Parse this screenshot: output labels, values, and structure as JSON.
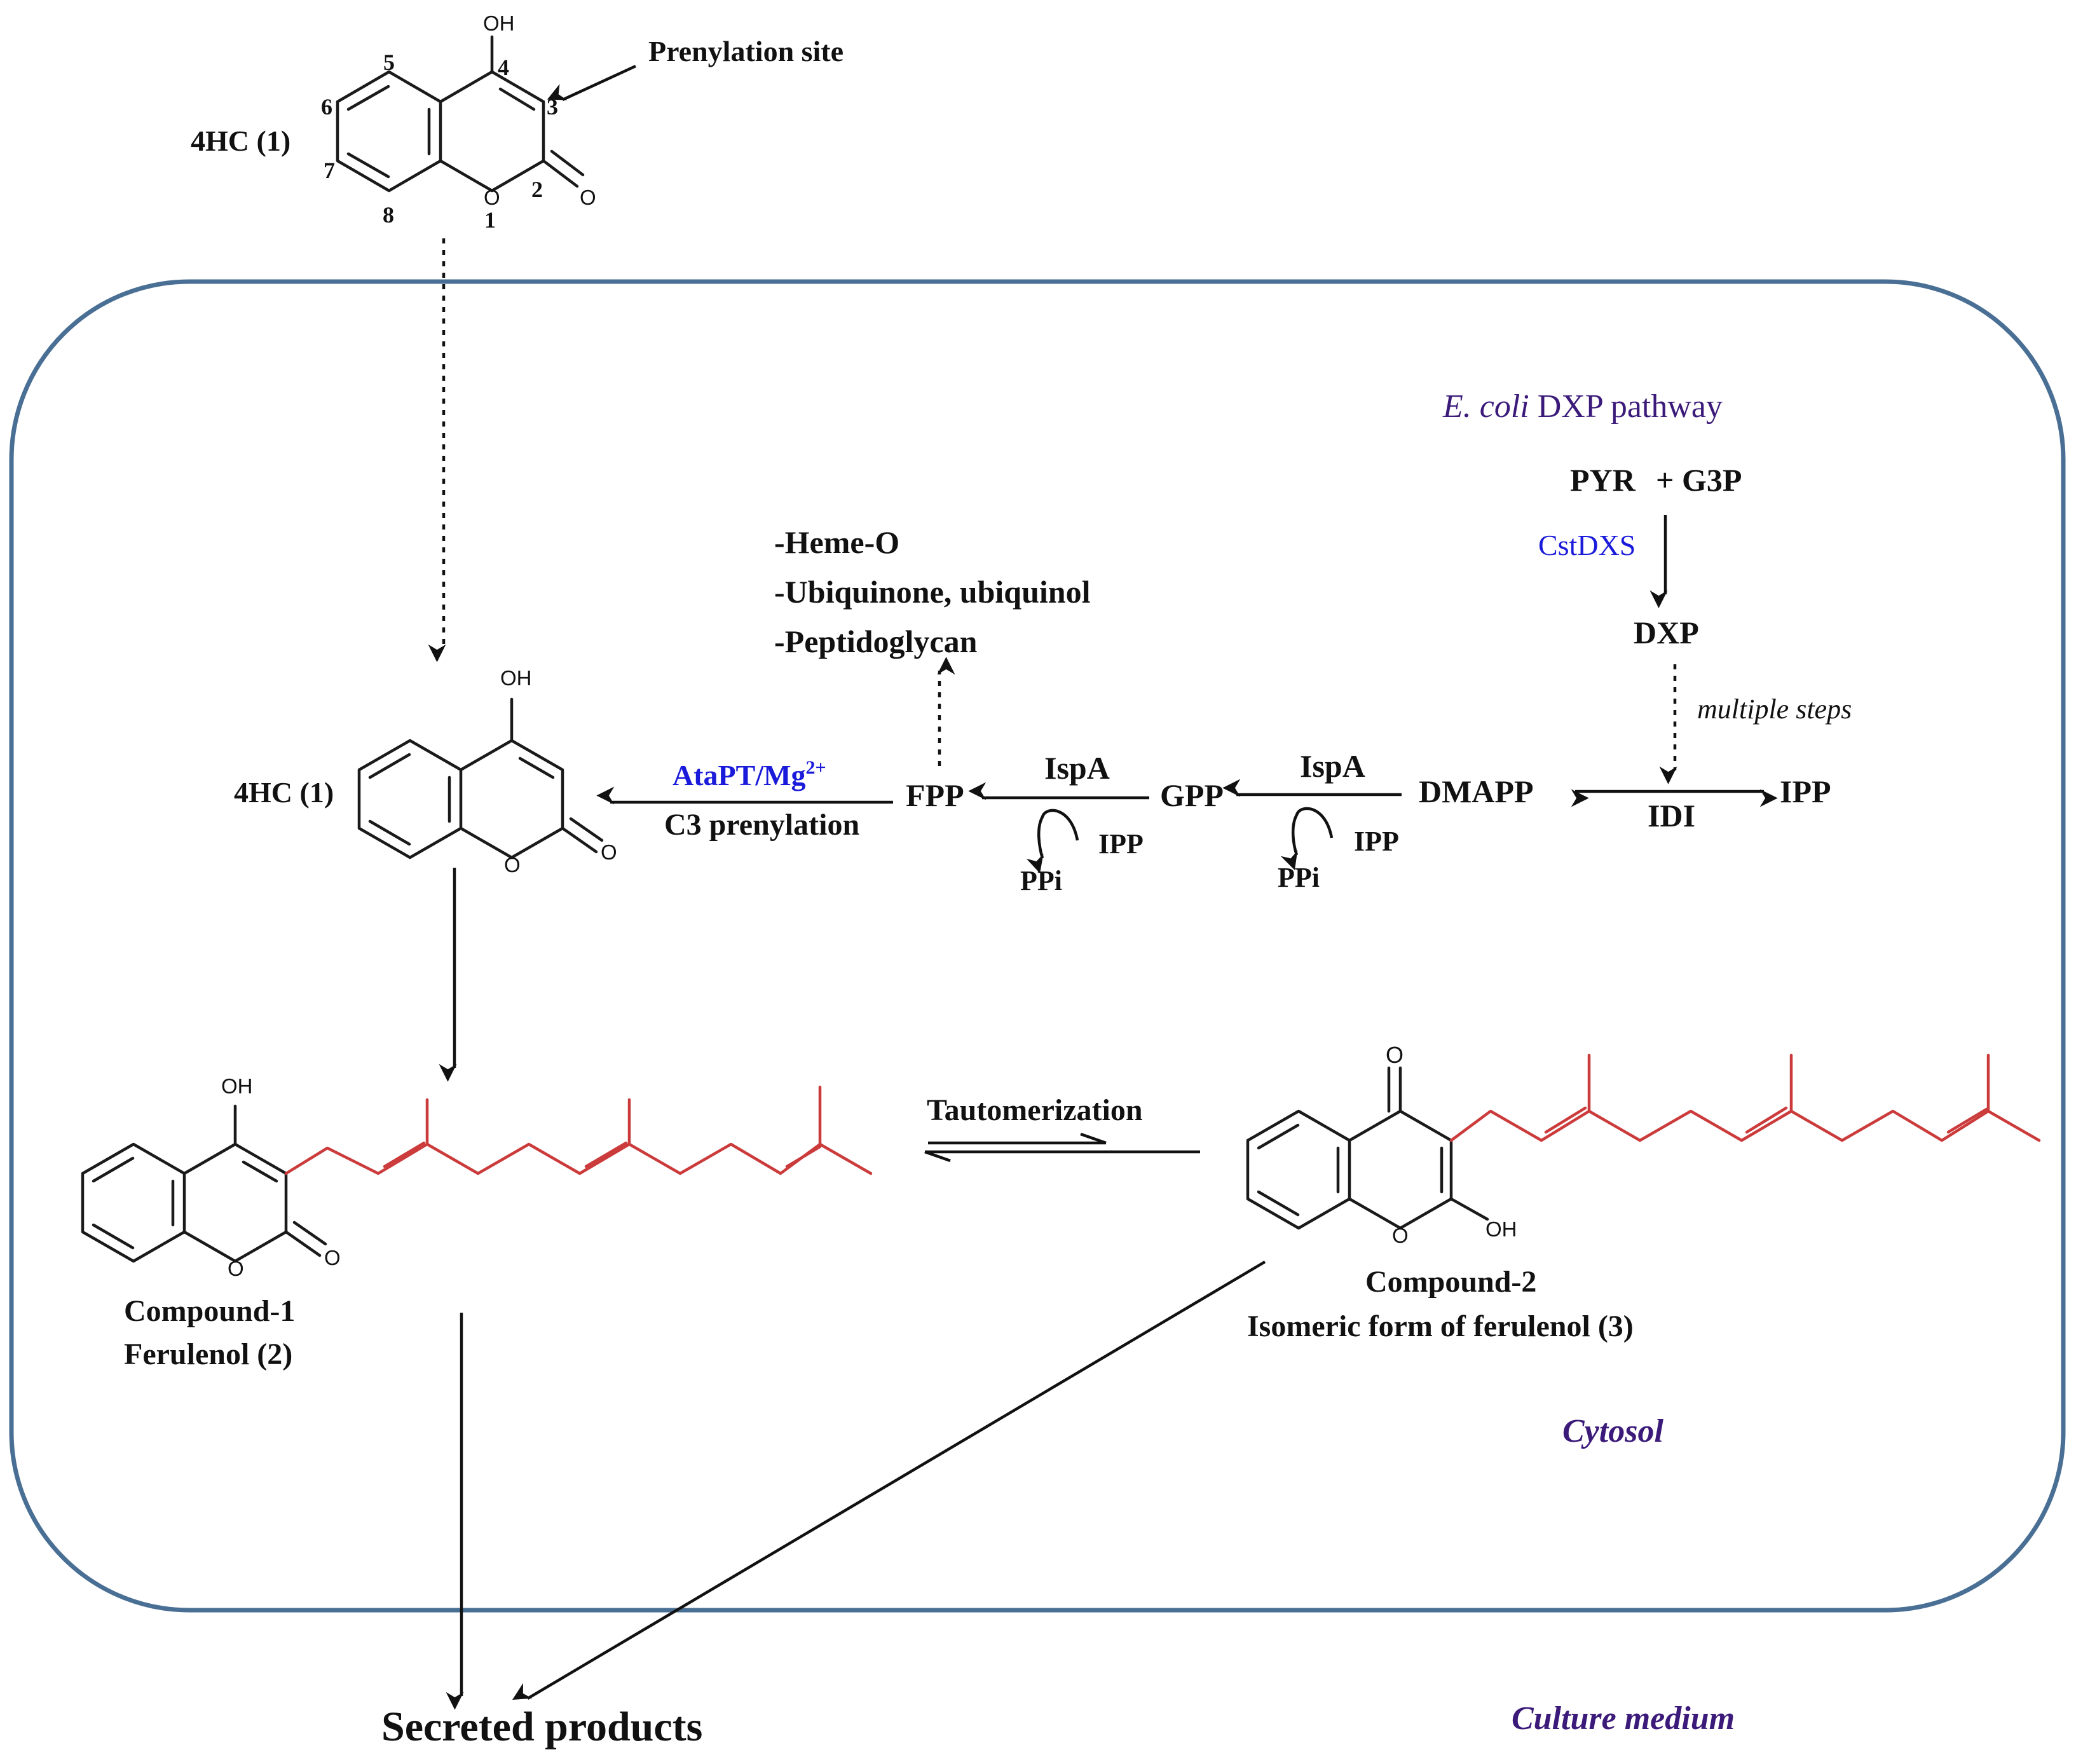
{
  "top_molecule": {
    "name": "4HC (1)",
    "oh": "OH",
    "o_ring": "O",
    "o_carbonyl": "O",
    "numbers": [
      "1",
      "2",
      "3",
      "4",
      "5",
      "6",
      "7",
      "8"
    ],
    "annotation": "Prenylation site"
  },
  "pathway": {
    "title_italic": "E. coli",
    "title_rest": " DXP pathway",
    "pyr": "PYR",
    "plus_g3p": "+ G3P",
    "enzyme_dxs": "CstDXS",
    "dxp": "DXP",
    "multiple_steps": "multiple steps",
    "dmapp": "DMAPP",
    "idi": "IDI",
    "ipp": "IPP",
    "gpp": "GPP",
    "fpp": "FPP",
    "ispa": "IspA",
    "ppi": "PPi",
    "ipp_small": "IPP"
  },
  "fpp_products": [
    "-Heme-O",
    "-Ubiquinone, ubiquinol",
    "-Peptidoglycan"
  ],
  "prenylation": {
    "enzyme": "AtaPT/Mg",
    "superscript": "2+",
    "reaction": "C3 prenylation"
  },
  "inner_molecule": {
    "name": "4HC (1)",
    "oh": "OH",
    "o_ring": "O",
    "o_carbonyl": "O"
  },
  "compound1": {
    "line1": "Compound-1",
    "line2": "Ferulenol (2)",
    "oh": "OH",
    "o_ring": "O",
    "o_carbonyl": "O"
  },
  "compound2": {
    "line1": "Compound-2",
    "line2": "Isomeric form of ferulenol (3)",
    "o_keto": "O",
    "o_ring": "O",
    "oh": "OH"
  },
  "tautomerization": "Tautomerization",
  "cytosol": "Cytosol",
  "culture_medium": "Culture medium",
  "secreted_products": "Secreted products",
  "colors": {
    "cell_border": "#4a6f94",
    "enzyme_blue": "#1a1adb",
    "title_purple": "#3b1a7a",
    "chain_red": "#cc3b3b"
  }
}
